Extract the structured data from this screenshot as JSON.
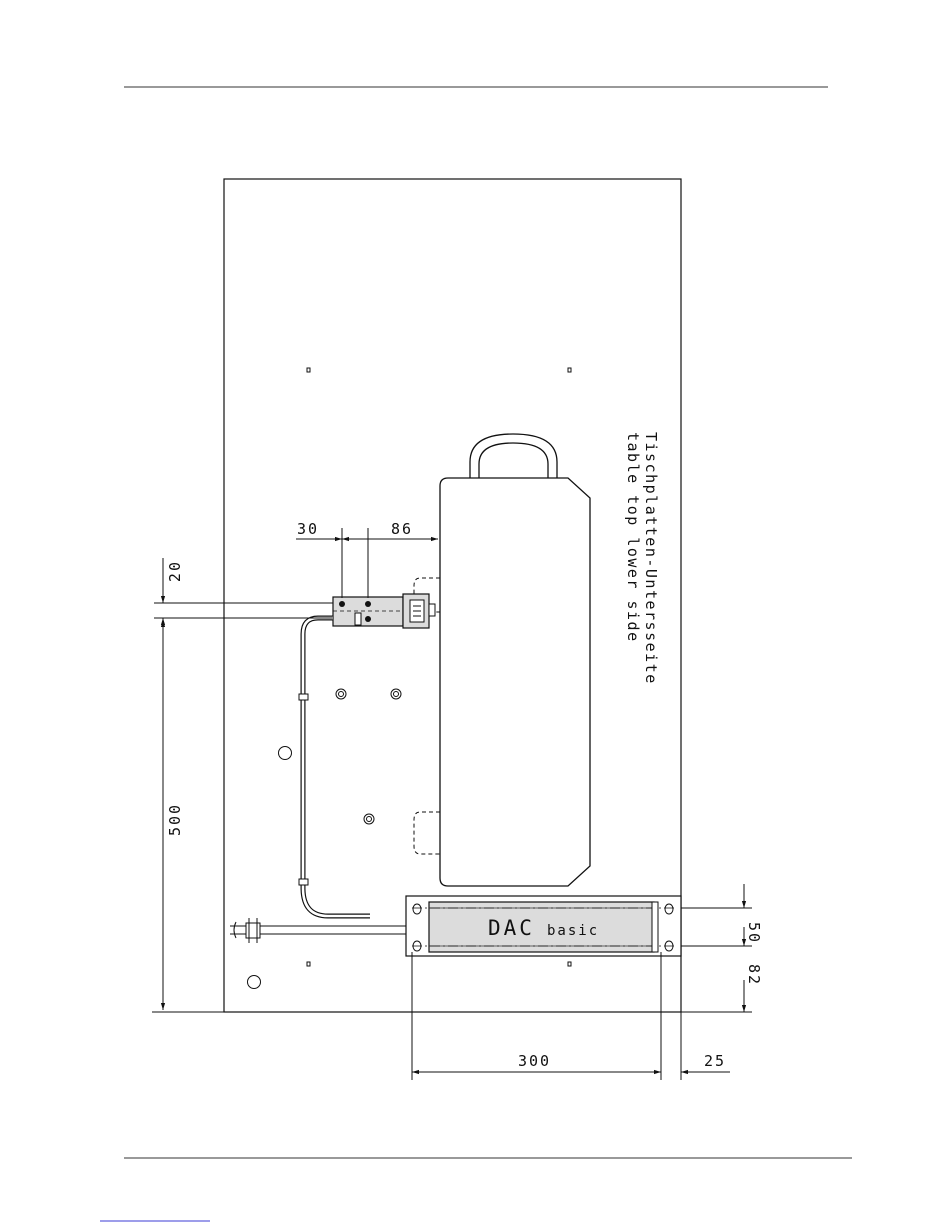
{
  "drawing": {
    "side_label_de": "Tischplatten-Untersseite",
    "side_label_en": "table top lower side",
    "device_name": "DAC",
    "device_sub": "basic"
  },
  "dimensions": {
    "d30": "30",
    "d86": "86",
    "d20": "20",
    "d500": "500",
    "d50": "50",
    "d82": "82",
    "d300": "300",
    "d25": "25"
  },
  "colors": {
    "line": "#111111",
    "device_fill": "#dcdcdc",
    "link_blue": "#3b3bd6"
  }
}
